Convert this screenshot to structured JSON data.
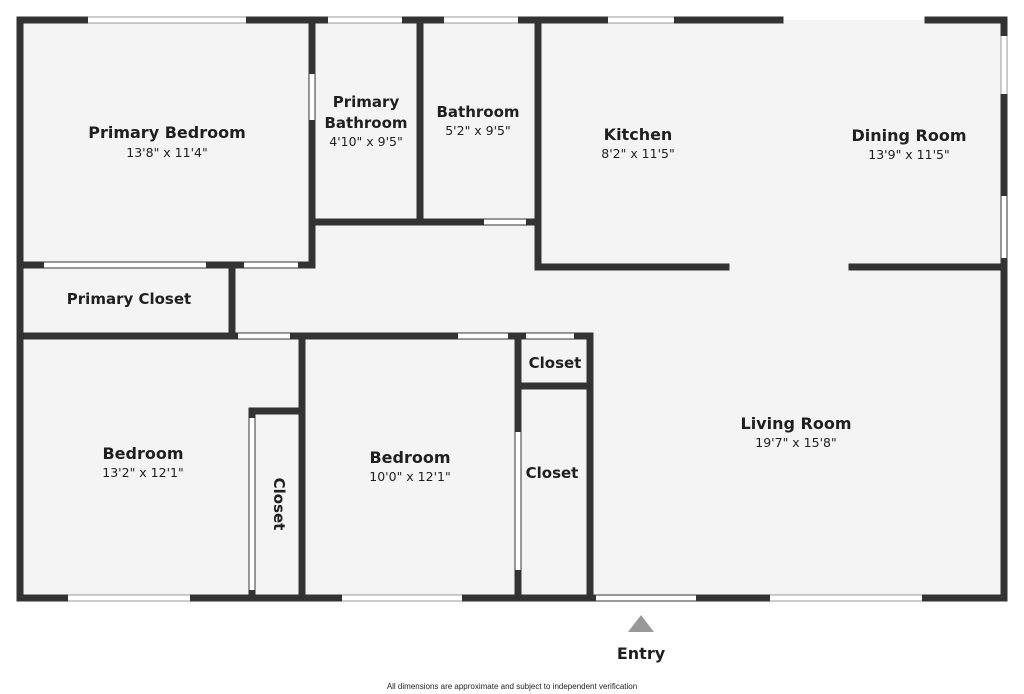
{
  "rooms": {
    "primary_bedroom": {
      "name": "Primary Bedroom",
      "dims": "13'8\" x 11'4\""
    },
    "primary_bathroom": {
      "name_line1": "Primary",
      "name_line2": "Bathroom",
      "dims": "4'10\" x 9'5\""
    },
    "bathroom": {
      "name": "Bathroom",
      "dims": "5'2\" x 9'5\""
    },
    "kitchen": {
      "name": "Kitchen",
      "dims": "8'2\" x 11'5\""
    },
    "dining_room": {
      "name": "Dining Room",
      "dims": "13'9\" x 11'5\""
    },
    "primary_closet": {
      "name": "Primary Closet"
    },
    "closet_small": {
      "name": "Closet"
    },
    "closet_hall": {
      "name": "Closet"
    },
    "closet_vertical": {
      "name": "Closet"
    },
    "bedroom_left": {
      "name": "Bedroom",
      "dims": "13'2\" x 12'1\""
    },
    "bedroom_mid": {
      "name": "Bedroom",
      "dims": "10'0\" x 12'1\""
    },
    "living_room": {
      "name": "Living Room",
      "dims": "19'7\" x 15'8\""
    }
  },
  "entry": {
    "label": "Entry",
    "arrow_icon": "triangle-up-icon"
  },
  "disclaimer": "All dimensions are approximate and subject to independent verification",
  "colors": {
    "wall": "#333333",
    "floor": "#f4f4f4",
    "window": "#ffffff"
  }
}
